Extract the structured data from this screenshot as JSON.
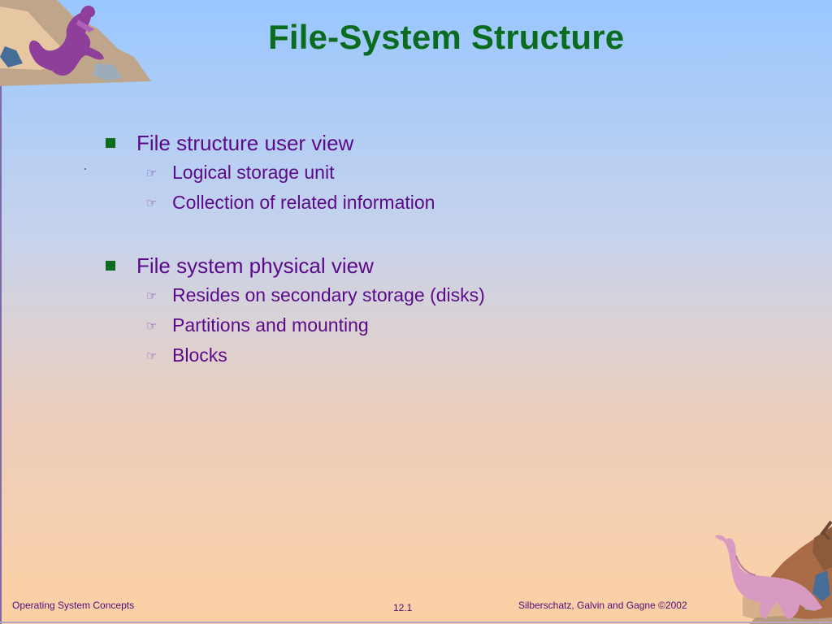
{
  "slide": {
    "title": "File-System Structure",
    "groups": [
      {
        "heading": "File structure user view",
        "items": [
          "Logical storage unit",
          "Collection of related information"
        ]
      },
      {
        "heading": "File system physical view",
        "items": [
          "Resides on secondary storage (disks)",
          "Partitions and mounting",
          "Blocks"
        ]
      }
    ],
    "subbullet_icon": "pointing-hand-icon",
    "footer": {
      "left": "Operating System Concepts",
      "center": "12.1",
      "right": "Silberschatz, Galvin and  Gagne ©2002"
    }
  },
  "colors": {
    "title": "#0b6b1f",
    "text": "#5b0a8a",
    "bullet": "#0b6b1f",
    "background_top": "#99c7ff",
    "background_bottom": "#fcd0a4"
  },
  "icons": {
    "top_left": "dinosaur-on-rock-icon",
    "bottom_right": "brontosaurus-on-rock-icon"
  }
}
